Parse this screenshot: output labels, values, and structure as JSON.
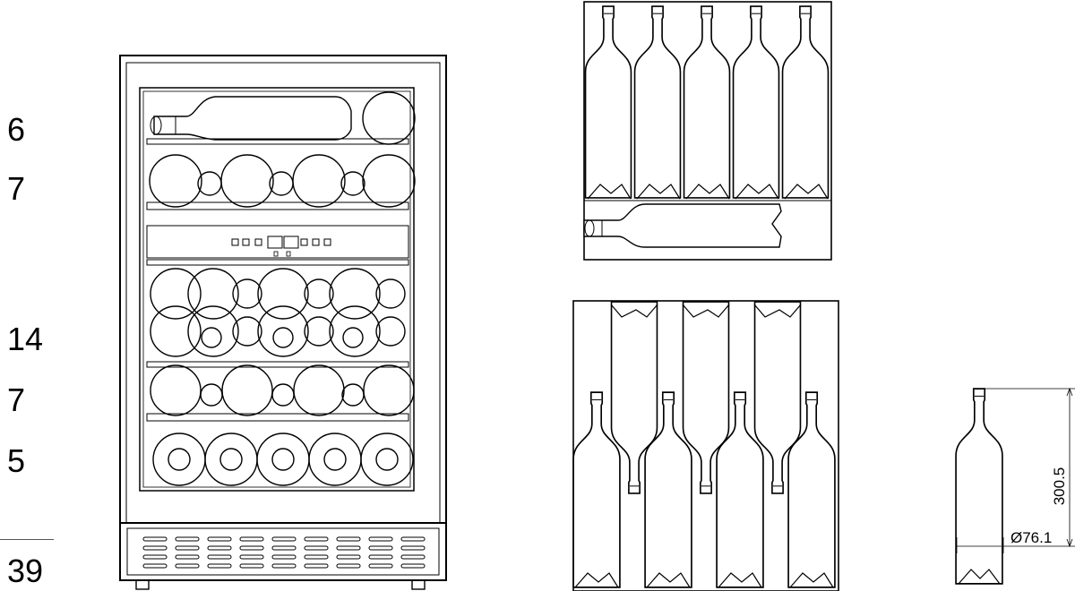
{
  "capacity_counts": {
    "shelf_1": "6",
    "shelf_2": "7",
    "shelf_3": "14",
    "shelf_4": "7",
    "shelf_5": "5",
    "total": "39"
  },
  "bottle_dimensions": {
    "height": "300.5",
    "diameter": "Ø76.1"
  },
  "colors": {
    "line": "#000000",
    "background": "#ffffff"
  }
}
